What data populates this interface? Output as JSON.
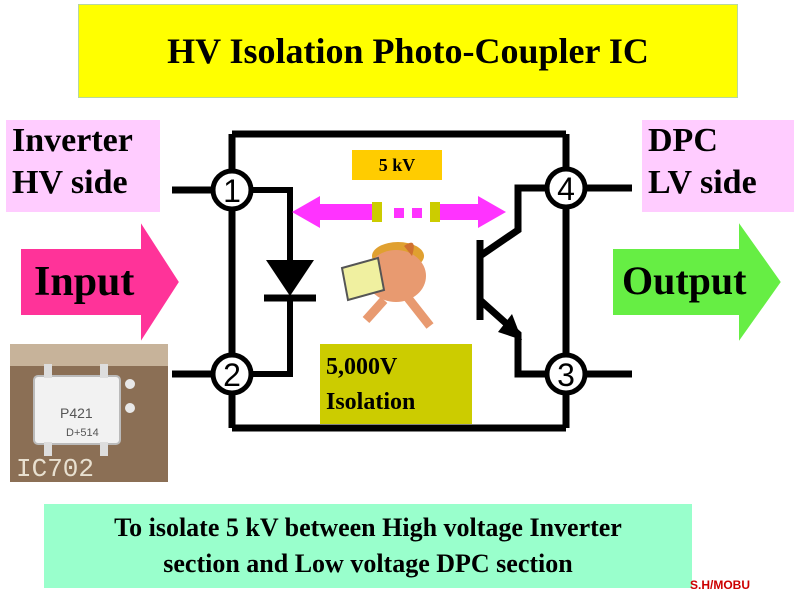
{
  "title": "HV Isolation Photo-Coupler IC",
  "left_label": {
    "line1": "Inverter",
    "line2": "HV side"
  },
  "right_label": {
    "line1": "DPC",
    "line2": "LV side"
  },
  "input_label": "Input",
  "output_label": "Output",
  "voltage_badge": "5 kV",
  "isolation_label": {
    "line1": "5,000V",
    "line2": "Isolation"
  },
  "pins": [
    "1",
    "2",
    "4",
    "3"
  ],
  "photo_text": {
    "line1": "P421",
    "line2": "D+514",
    "line3": "IC702"
  },
  "footer": {
    "line1": "To isolate 5 kV between High voltage Inverter",
    "line2": "section and Low voltage DPC section"
  },
  "credit": "S.H/MOBU",
  "colors": {
    "title_bg": "#ffff00",
    "side_label_bg": "#ffccff",
    "input_arrow": "#ff3399",
    "output_arrow": "#66ee44",
    "badge_bg": "#ffcc00",
    "isolation_bg": "#cccc00",
    "footer_bg": "#99ffcc",
    "light_arrow": "#ff33ff"
  }
}
